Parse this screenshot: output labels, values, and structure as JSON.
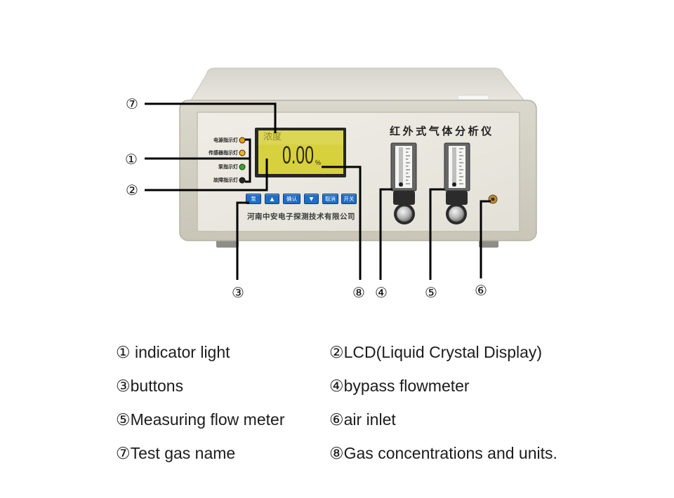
{
  "device": {
    "title": "红外式气体分析仪",
    "company": "河南中安电子探测技术有限公司",
    "lcd": {
      "gas_name": "浓度",
      "value": "0.00",
      "unit": "%",
      "color": "#d8d13e"
    },
    "indicators": [
      {
        "label": "电源指示灯",
        "color": "#f29a12"
      },
      {
        "label": "传感器指示灯",
        "color": "#f4b41a"
      },
      {
        "label": "泵指示灯",
        "color": "#3ba52e"
      },
      {
        "label": "故障指示灯",
        "color": "#262626"
      }
    ],
    "buttons": [
      {
        "label": "泵"
      },
      {
        "label": "▲"
      },
      {
        "label": "确认"
      },
      {
        "label": "▼"
      },
      {
        "label": "取消"
      },
      {
        "label": "开关"
      }
    ],
    "button_color": "#1f6dc5",
    "air_inlet_color": "#b8893a"
  },
  "callouts": [
    "①",
    "②",
    "③",
    "④",
    "⑤",
    "⑥",
    "⑦",
    "⑧"
  ],
  "legend": {
    "items": [
      "① indicator light",
      "②LCD(Liquid Crystal Display)",
      "③buttons",
      "④bypass flowmeter",
      "⑤Measuring flow meter",
      "⑥air inlet",
      "⑦Test gas name",
      "⑧Gas concentrations and units."
    ]
  }
}
